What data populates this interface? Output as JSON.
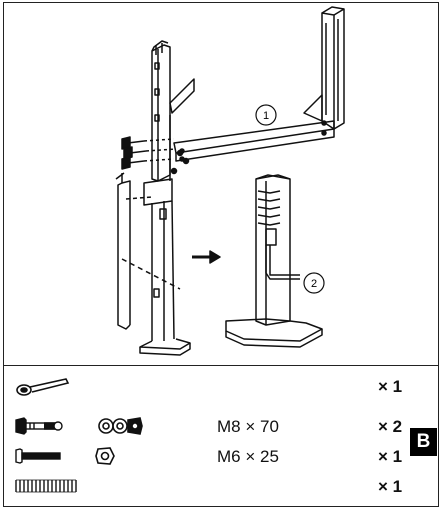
{
  "callouts": {
    "one": "1",
    "two": "2"
  },
  "parts": [
    {
      "size": "",
      "qty": "× 1",
      "icons": [
        "eye-bolt-icon"
      ]
    },
    {
      "size": "M8 × 70",
      "qty": "× 2",
      "icons": [
        "hex-bolt-icon",
        "washers-nut-icon"
      ]
    },
    {
      "size": "M6 × 25",
      "qty": "× 1",
      "icons": [
        "bolt-icon",
        "nut-icon"
      ]
    },
    {
      "size": "",
      "qty": "× 1",
      "icons": [
        "spring-icon"
      ]
    }
  ],
  "section_badge": "B",
  "colors": {
    "line": "#111111",
    "background": "#ffffff",
    "badge": "#000000"
  }
}
